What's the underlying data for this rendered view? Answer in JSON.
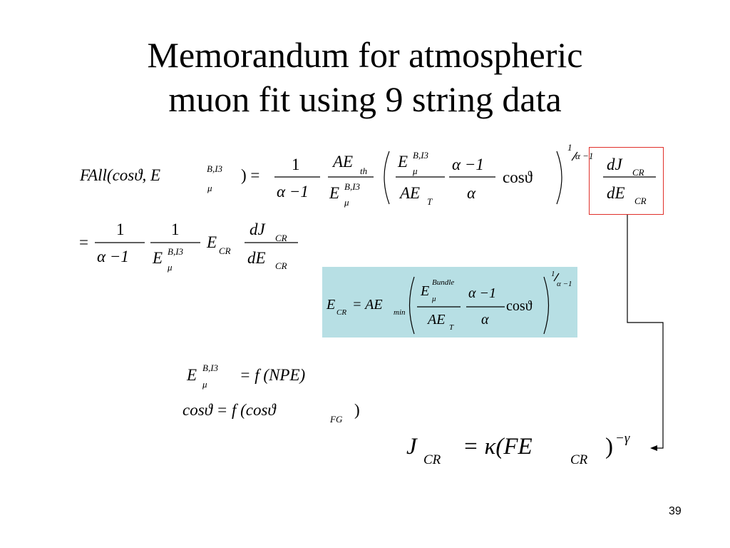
{
  "slide": {
    "title_line1": "Memorandum for atmospheric",
    "title_line2": "muon fit using 9 string data",
    "page_number": "39"
  },
  "eq1": {
    "lhs": "FAll(cosϑ, E",
    "lhs_sup": "B,I3",
    "lhs_sub": "μ",
    "lhs_close": ") =",
    "f1_num": "1",
    "f1_den": "α −1",
    "f2_num": "AE",
    "f2_num_sub": "th",
    "f2_den": "E",
    "f2_den_sup": "B,I3",
    "f2_den_sub": "μ",
    "f3_num": "E",
    "f3_num_sup": "B,I3",
    "f3_num_sub": "μ",
    "f3_den": "AE",
    "f3_den_sub": "T",
    "f4_num": "α −1",
    "f4_den": "α",
    "cos": "cosϑ",
    "exp_num": "1",
    "exp_den": "α −1",
    "dj": "dJ",
    "dj_sub": "CR",
    "de": "dE",
    "de_sub": "CR"
  },
  "eq2": {
    "eq_sign": "=",
    "f1_num": "1",
    "f1_den": "α −1",
    "f2_num": "1",
    "f2_den": "E",
    "f2_den_sup": "B,I3",
    "f2_den_sub": "μ",
    "ecr": "E",
    "ecr_sub": "CR",
    "dj": "dJ",
    "dj_sub": "CR",
    "de": "dE",
    "de_sub": "CR"
  },
  "eq3": {
    "lhs": "E",
    "lhs_sub": "CR",
    "eq": "= AE",
    "min_sub": "min",
    "f1_num": "E",
    "f1_num_sup": "Bundle",
    "f1_num_sub": "μ",
    "f1_den": "AE",
    "f1_den_sub": "T",
    "f2_num": "α −1",
    "f2_den": "α",
    "cos": "cosϑ",
    "exp_num": "1",
    "exp_den": "α −1"
  },
  "eq4": {
    "lhs": "E",
    "lhs_sup": "B,I3",
    "lhs_sub": "μ",
    "rhs": "= f (NPE)"
  },
  "eq5": {
    "lhs": "cosϑ = f (cosϑ",
    "sub": "FG",
    "close": ")"
  },
  "eq6": {
    "lhs": "J",
    "lhs_sub": "CR",
    "rhs": "= κ(FE",
    "rhs_sub": "CR",
    "close": ")",
    "exp": "−γ"
  }
}
